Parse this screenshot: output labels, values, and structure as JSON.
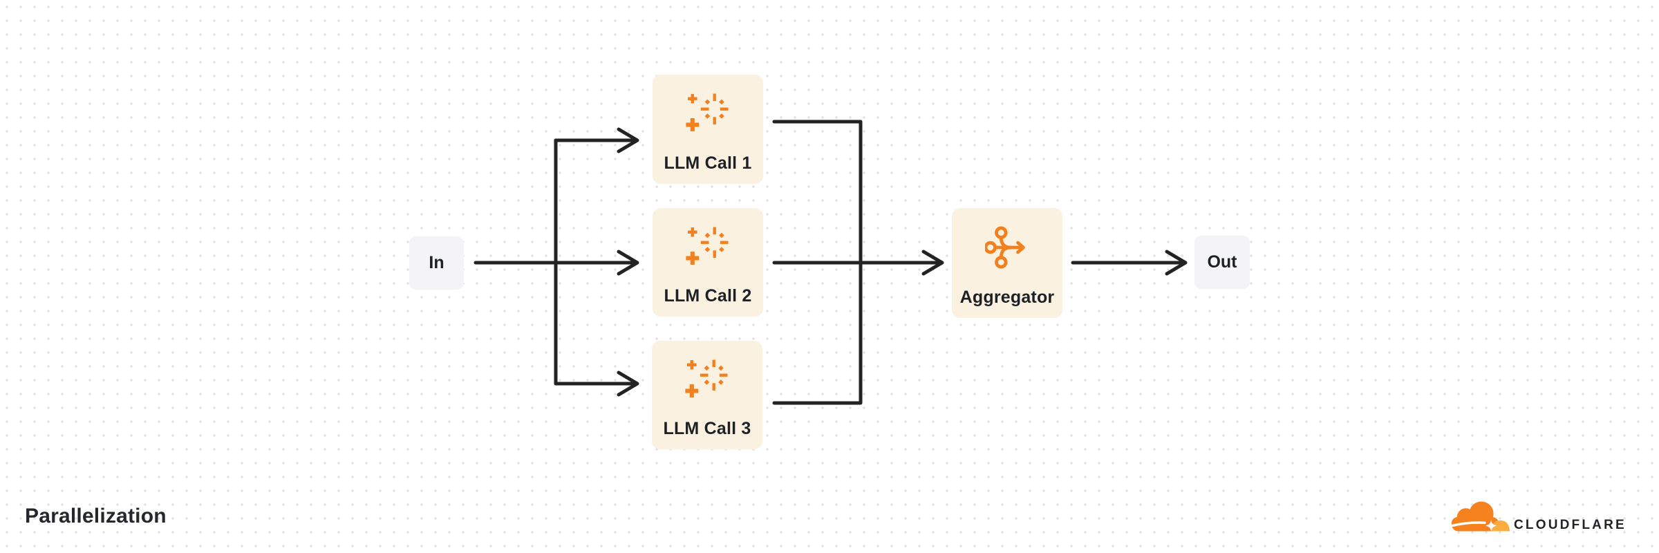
{
  "title": {
    "text": "Parallelization"
  },
  "nodes": {
    "in": {
      "label": "In",
      "type": "input"
    },
    "llm_call_1": {
      "label": "LLM Call 1",
      "icon": "sparkle-icon"
    },
    "llm_call_2": {
      "label": "LLM Call 2",
      "icon": "sparkle-icon"
    },
    "llm_call_3": {
      "label": "LLM Call 3",
      "icon": "sparkle-icon"
    },
    "aggregator": {
      "label": "Aggregator",
      "icon": "merge-arrow-icon"
    },
    "out": {
      "label": "Out",
      "type": "output"
    }
  },
  "edges": [
    "in -> llm_call_1",
    "in -> llm_call_2",
    "in -> llm_call_3",
    "llm_call_1 -> aggregator",
    "llm_call_2 -> aggregator",
    "llm_call_3 -> aggregator",
    "aggregator -> out"
  ],
  "brand": {
    "wordmark": "CLOUDFLARE",
    "logo": "cloudflare-cloud-icon"
  },
  "colors": {
    "background": "#ffffff",
    "dot_grid": "#e3e3e3",
    "connector": "#232323",
    "node_cream_bg": "#FAF1E1",
    "node_gray_bg": "#F4F4F6",
    "icon_orange": "#F2801F",
    "label_text": "#1d2025",
    "title_text": "#24272B",
    "logo_orange": "#F6821F",
    "logo_light_orange": "#FBAD41",
    "wordmark_text": "#222326"
  }
}
